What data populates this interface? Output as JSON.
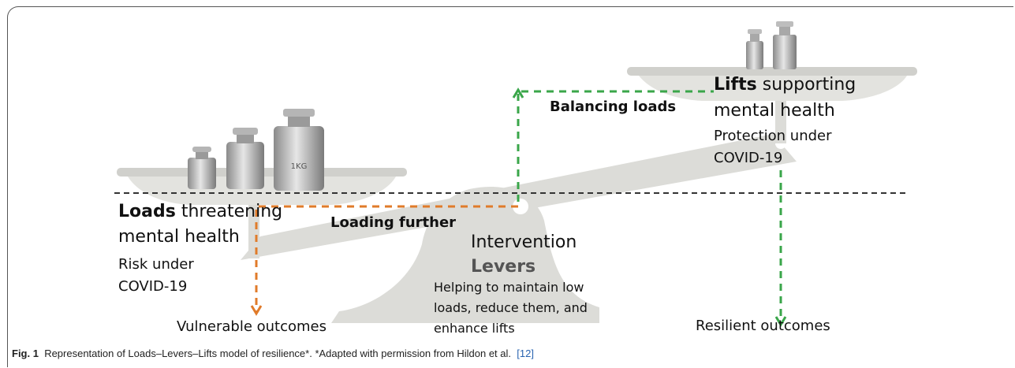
{
  "loads": {
    "bold": "Loads",
    "rest": "threatening",
    "line2": "mental health",
    "risk1": "Risk under",
    "risk2": "COVID-19"
  },
  "loading_further": "Loading further",
  "balancing_loads": "Balancing loads",
  "lifts": {
    "bold": "Lifts",
    "rest": "supporting",
    "line2": "mental health",
    "prot1": "Protection under",
    "prot2": "COVID-19"
  },
  "intervention": {
    "title": "Intervention",
    "levers": "Levers",
    "d1": "Helping to maintain low",
    "d2": "loads, reduce them, and",
    "d3": "enhance lifts"
  },
  "outcomes": {
    "vulnerable": "Vulnerable outcomes",
    "resilient": "Resilient outcomes"
  },
  "weight_label": "1KG",
  "caption": {
    "fig": "Fig. 1",
    "text": "Representation of Loads–Levers–Lifts model of resilience*. *Adapted with permission from Hildon et al.",
    "ref": "[12]"
  },
  "colors": {
    "orange": "#e07b2a",
    "green": "#3aa64a",
    "scale": "#dcdcd8"
  }
}
